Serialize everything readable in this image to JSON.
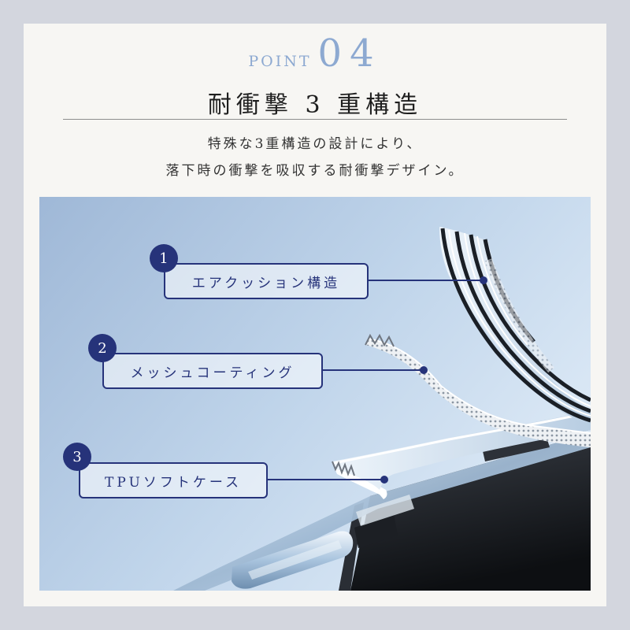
{
  "header": {
    "point_label": "POINT",
    "point_number": "04",
    "title": "耐衝撃 3 重構造",
    "description_line1": "特殊な3重構造の設計により、",
    "description_line2": "落下時の衝撃を吸収する耐衝撃デザイン。"
  },
  "layers": [
    {
      "number": "1",
      "label": "エアクッション構造"
    },
    {
      "number": "2",
      "label": "メッシュコーティング"
    },
    {
      "number": "3",
      "label": "TPUソフトケース"
    }
  ],
  "colors": {
    "accent_navy": "#26337a",
    "point_blue": "#8da9d1",
    "background": "#f7f6f3",
    "frame": "#d3d6de"
  },
  "icons": [
    "air-cushion-layer-graphic",
    "mesh-layer-graphic",
    "tpu-case-layer-graphic",
    "phone-body-graphic"
  ]
}
